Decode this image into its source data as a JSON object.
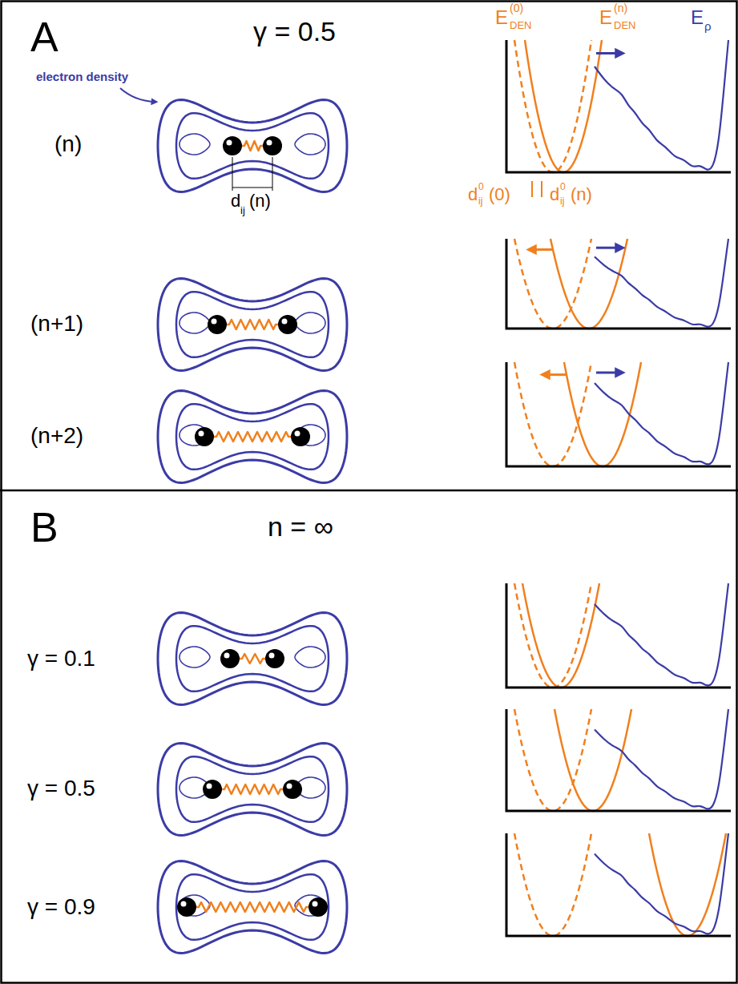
{
  "diagram": {
    "labels": [
      "A",
      "γ = 0.5",
      "electron density",
      "(n)",
      "(n+1)",
      "(n+2)",
      "d",
      "ij",
      "(n)",
      "E",
      "(0)",
      "DEN",
      "E",
      "(n)",
      "DEN",
      "E",
      "ρ",
      "d",
      "0",
      "ij",
      "(0)",
      "d",
      "0",
      "ij",
      "(n)",
      "B",
      "n = ∞",
      "γ = 0.1",
      "γ = 0.5",
      "γ = 0.9"
    ]
  }
}
